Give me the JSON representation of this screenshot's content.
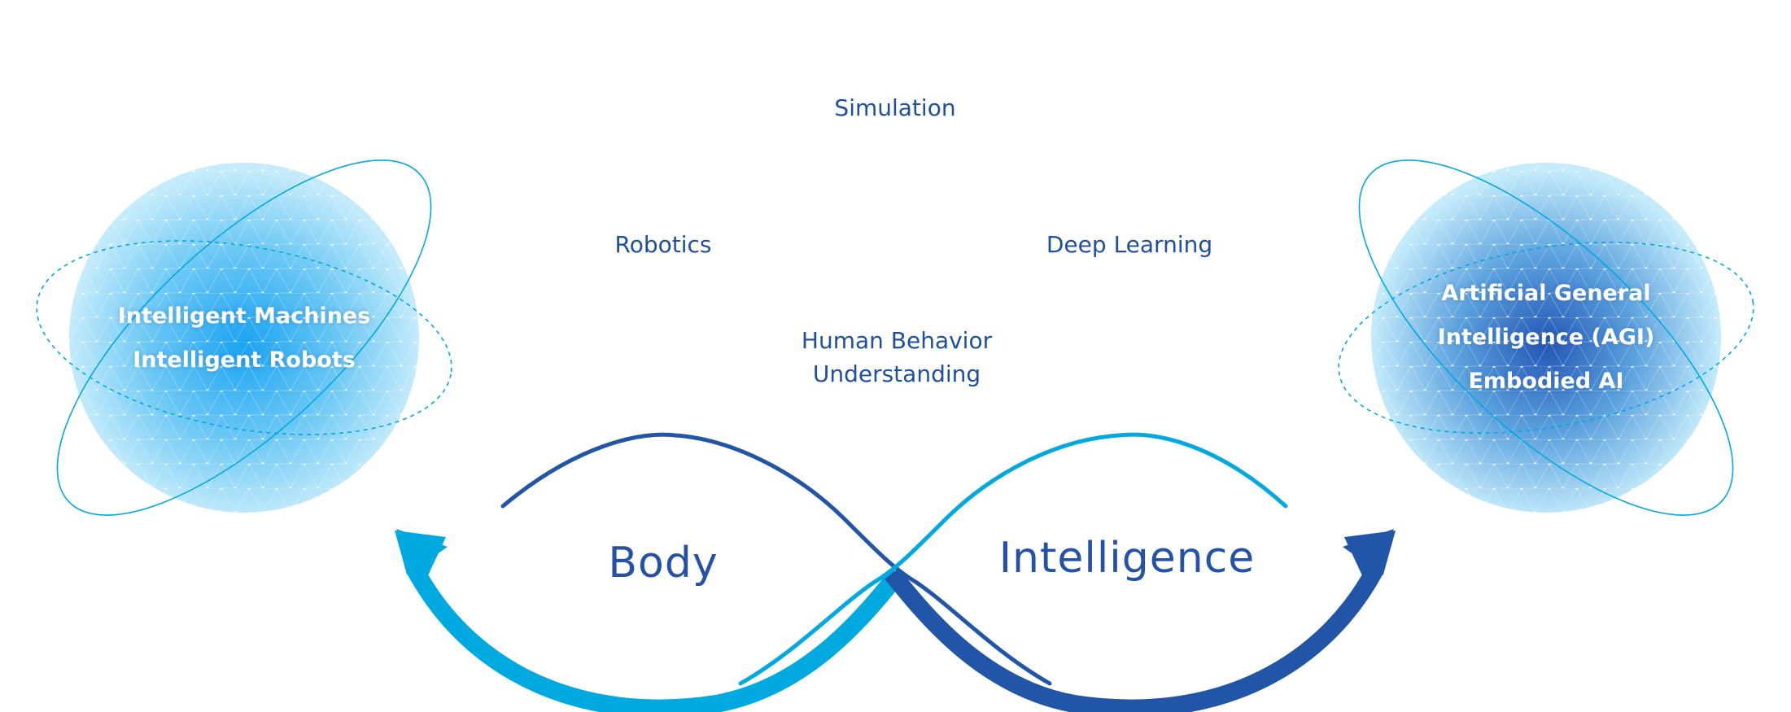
{
  "left_sphere": {
    "lines": [
      "Intelligent Machines",
      "Intelligent Robots"
    ]
  },
  "right_sphere": {
    "lines": [
      "Artificial General",
      "Intelligence (AGI)",
      "Embodied AI"
    ]
  },
  "topics": {
    "simulation": "Simulation",
    "robotics": "Robotics",
    "deep_learning": "Deep Learning",
    "human_behavior": [
      "Human Behavior",
      "Understanding"
    ]
  },
  "labels": {
    "body": "Body",
    "intelligence": "Intelligence"
  },
  "colors": {
    "light_blue": "#00a9e0",
    "dark_blue": "#2155a8",
    "text_blue": "#1e4fa0",
    "sphere_core_left": "#1aa3f2",
    "sphere_core_right": "#2356b5",
    "sphere_edge": "#c4ebfb"
  }
}
